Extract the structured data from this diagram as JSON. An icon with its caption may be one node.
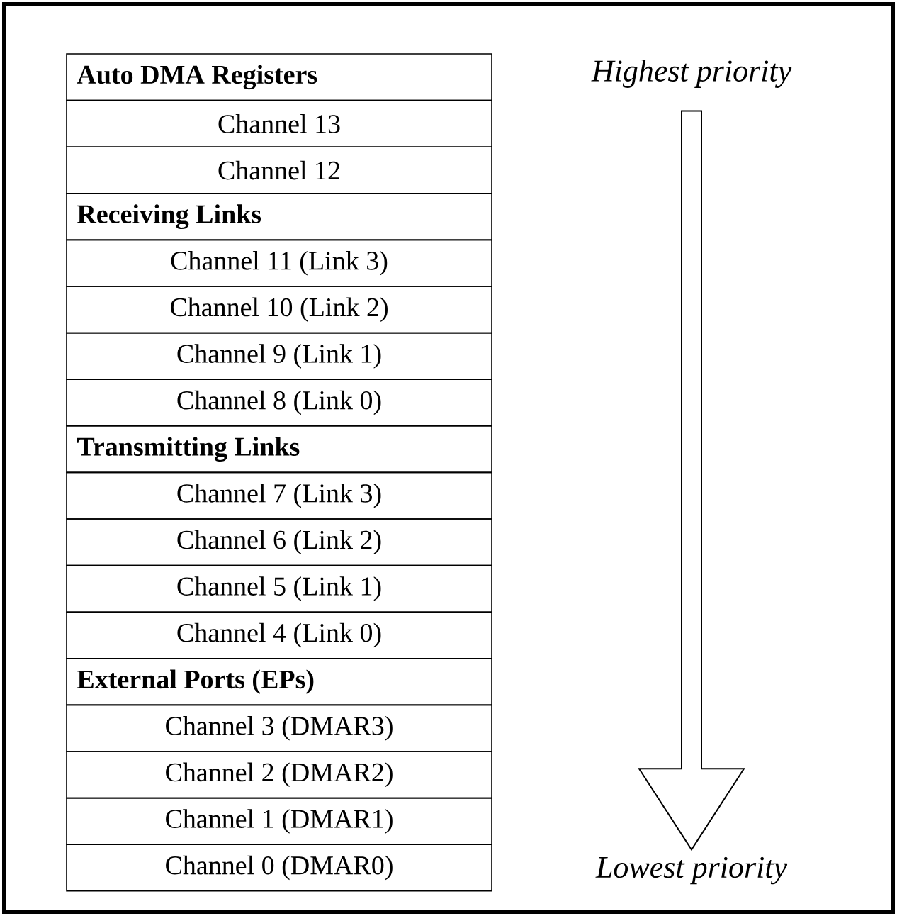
{
  "diagram": {
    "nodes": [
      {
        "text": [
          "Highest priority"
        ]
      },
      {
        "text": [
          "Lowest priority"
        ]
      }
    ],
    "edges": [
      {
        "from": 0,
        "to": 1,
        "arrow": "to"
      }
    ],
    "labels": [
      "Auto DMA Registers",
      "Channel 13",
      "Channel 12",
      "Receiving Links",
      "Channel 11 (Link 3)",
      "Channel 10 (Link 2)",
      "Channel 9 (Link 1)",
      "Channel 8 (Link 0)",
      "Transmitting Links",
      "Channel 7 (Link 3)",
      "Channel 6 (Link 2)",
      "Channel 5 (Link 1)",
      "Channel 4 (Link 0)",
      "External Ports (EPs)",
      "Channel 3 (DMAR3)",
      "Channel 2 (DMAR2)",
      "Channel 1 (DMAR1)",
      "Channel 0 (DMAR0)"
    ]
  }
}
